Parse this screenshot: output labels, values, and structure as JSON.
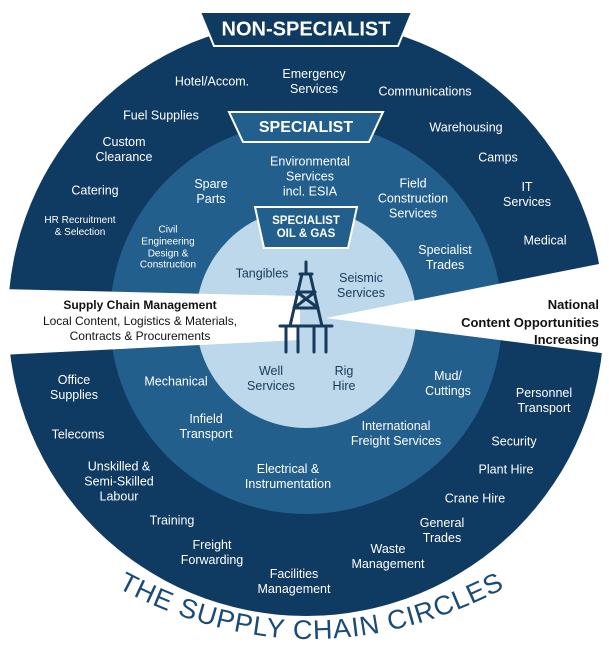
{
  "titles": {
    "non_specialist": "NON-SPECIALIST",
    "specialist": "SPECIALIST",
    "specialist_oil_gas": "SPECIALIST\nOIL & GAS",
    "bottom": "THE SUPPLY CHAIN CIRCLES"
  },
  "left_callout": {
    "title": "Supply Chain Management",
    "subtitle": "Local Content, Logistics & Materials,\nContracts & Procurements"
  },
  "right_callout": "National\nContent Opportunities\nIncreasing",
  "non_specialist_items": [
    "Hotel/Accom.",
    "Emergency\nServices",
    "Communications",
    "Fuel Supplies",
    "Warehousing",
    "Custom\nClearance",
    "Camps",
    "Catering",
    "IT\nServices",
    "HR Recruitment\n& Selection",
    "Medical",
    "Office\nSupplies",
    "Personnel\nTransport",
    "Telecoms",
    "Security",
    "Unskilled &\nSemi-Skilled\nLabour",
    "Plant Hire",
    "Crane Hire",
    "Training",
    "General\nTrades",
    "Freight\nForwarding",
    "Waste\nManagement",
    "Facilities\nManagement"
  ],
  "specialist_items": [
    "Environmental\nServices\nincl. ESIA",
    "Spare\nParts",
    "Field\nConstruction\nServices",
    "Civil\nEngineering\nDesign &\nConstruction",
    "Specialist\nTrades",
    "Mechanical",
    "Mud/\nCuttings",
    "Infield\nTransport",
    "International\nFreight Services",
    "Electrical &\nInstrumentation"
  ],
  "oil_gas_items": [
    "Tangibles",
    "Seismic\nServices",
    "Well\nServices",
    "Rig\nHire"
  ],
  "colors": {
    "outer_ring": "#0f3a62",
    "middle_ring": "#235f8d",
    "inner_circle": "#bcd8ea",
    "label_dark": "#163a5c",
    "title_bottom": "#1a4a78"
  },
  "center_icon": "oil-rig-icon"
}
